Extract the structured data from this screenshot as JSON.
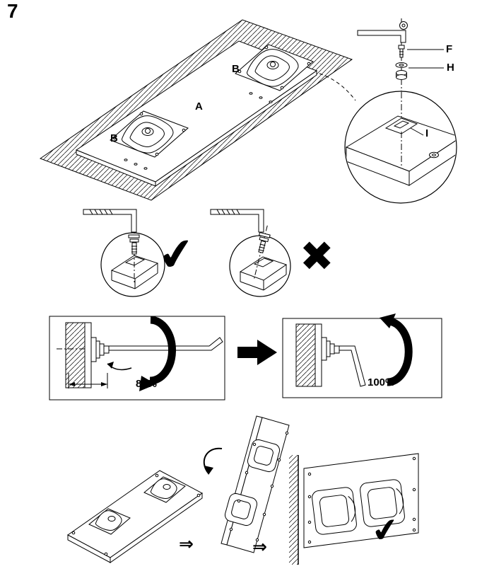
{
  "step": {
    "number": "7"
  },
  "assembly": {
    "panel_label": "A",
    "bracket_top_label": "B",
    "bracket_bottom_label": "B"
  },
  "hardware": {
    "screw_label": "F",
    "washer_label": "H",
    "hole_label": "I"
  },
  "validation": {
    "correct_icon": "✔",
    "wrong_icon": "✖"
  },
  "tightening": {
    "first_pass": "80%",
    "second_pass": "100%"
  },
  "sequence": {
    "arrow_1": "⇒",
    "arrow_2": "⇒",
    "final_check_icon": "✔"
  },
  "colors": {
    "ink": "#000000",
    "background": "#ffffff"
  }
}
